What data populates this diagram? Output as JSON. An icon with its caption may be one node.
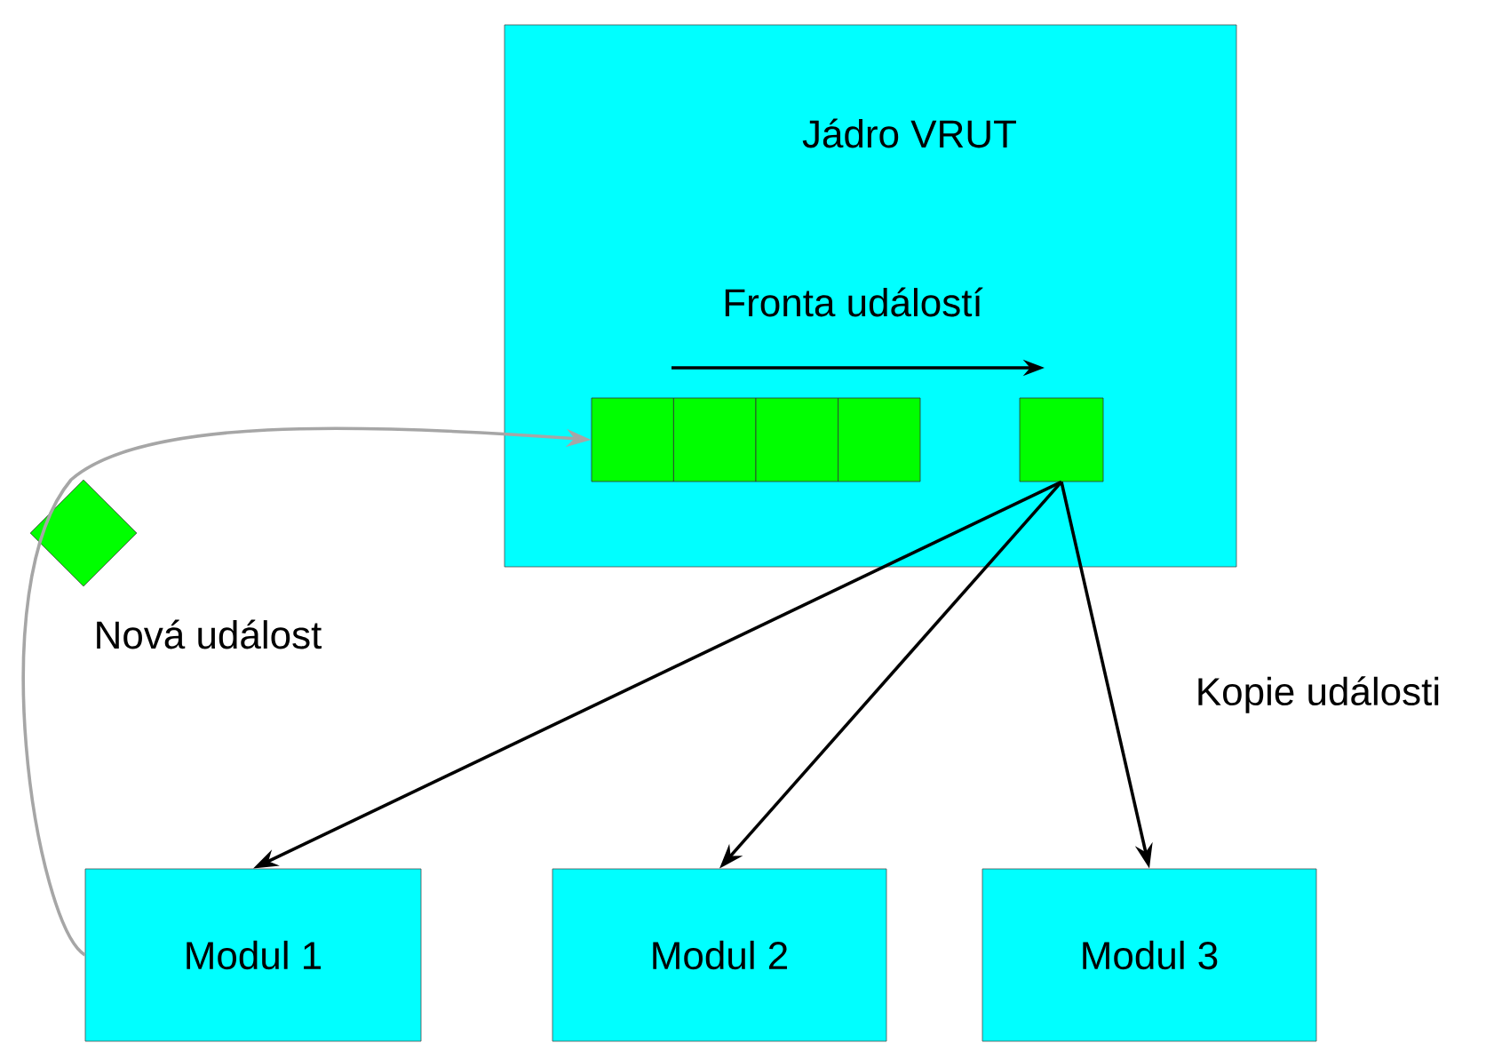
{
  "diagram": {
    "nodes": [
      {
        "text": [
          "Jádro VRUT"
        ]
      },
      {
        "text": [],
        "shape": "bar",
        "in": 0,
        "beside": [
          "Fronta událostí"
        ]
      },
      {
        "text": [],
        "shape": "box",
        "in": 0
      },
      {
        "text": [
          "Modul 1"
        ]
      },
      {
        "text": [
          "Modul 2"
        ]
      },
      {
        "text": [
          "Modul 3"
        ]
      },
      {
        "text": [],
        "shape": "diamond",
        "beside": [
          "Nová událost"
        ]
      }
    ],
    "edges": [
      {
        "from": 3,
        "to": 1,
        "arrow": "to",
        "color": "#a6a6a6"
      },
      {
        "from": 2,
        "to": 3,
        "arrow": "to"
      },
      {
        "from": 2,
        "to": 4,
        "arrow": "to"
      },
      {
        "from": 2,
        "to": 5,
        "arrow": "to",
        "label": "Kopie události"
      }
    ]
  }
}
